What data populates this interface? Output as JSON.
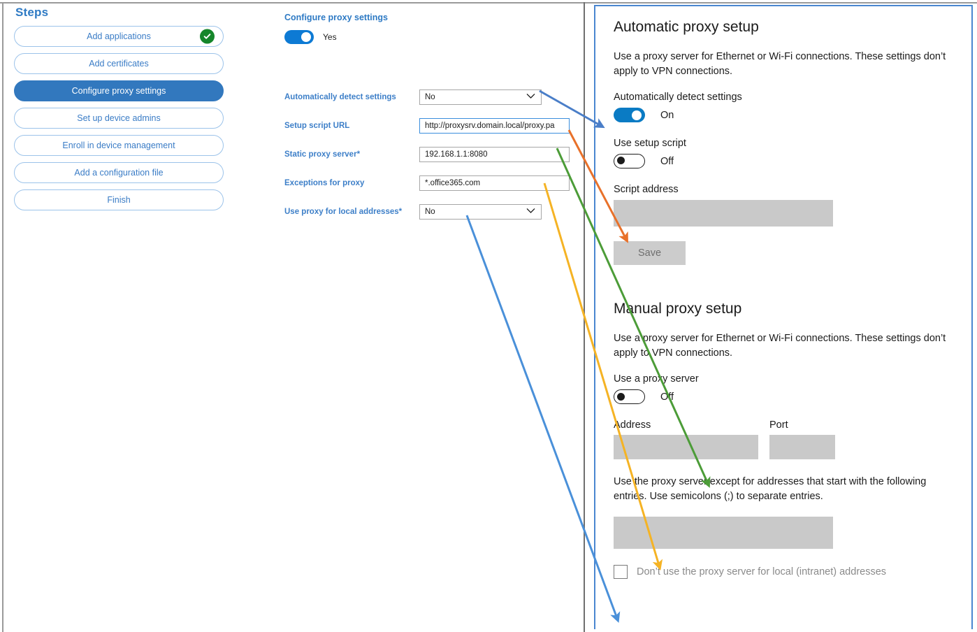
{
  "steps_panel": {
    "title": "Steps",
    "items": [
      {
        "label": "Add applications",
        "state": "complete"
      },
      {
        "label": "Add certificates",
        "state": "default"
      },
      {
        "label": "Configure proxy settings",
        "state": "active"
      },
      {
        "label": "Set up device admins",
        "state": "default"
      },
      {
        "label": "Enroll in device management",
        "state": "default"
      },
      {
        "label": "Add a configuration file",
        "state": "default"
      },
      {
        "label": "Finish",
        "state": "default"
      }
    ]
  },
  "form": {
    "heading": "Configure proxy settings",
    "master_toggle": {
      "value": "Yes",
      "state": "on"
    },
    "fields": [
      {
        "label": "Automatically detect settings",
        "required": false,
        "type": "select",
        "value": "No"
      },
      {
        "label": "Setup script URL",
        "required": false,
        "type": "text",
        "value": "http://proxysrv.domain.local/proxy.pa",
        "focused": true
      },
      {
        "label": "Static proxy server",
        "required": true,
        "type": "text",
        "value": "192.168.1.1:8080"
      },
      {
        "label": "Exceptions for proxy",
        "required": true,
        "type": "text",
        "value": "*.office365.com"
      },
      {
        "label": "Use proxy for local addresses",
        "required": true,
        "type": "select",
        "value": "No"
      }
    ]
  },
  "settings_panel": {
    "automatic": {
      "heading": "Automatic proxy setup",
      "description": "Use a proxy server for Ethernet or Wi-Fi connections. These settings don’t apply to VPN connections.",
      "auto_detect_label": "Automatically detect settings",
      "auto_detect_state": "On",
      "setup_script_label": "Use setup script",
      "setup_script_state": "Off",
      "script_address_label": "Script address",
      "script_address_value": "",
      "save_label": "Save"
    },
    "manual": {
      "heading": "Manual proxy setup",
      "description": "Use a proxy server for Ethernet or Wi-Fi connections. These settings don’t apply to VPN connections.",
      "use_proxy_label": "Use a proxy server",
      "use_proxy_state": "Off",
      "address_label": "Address",
      "address_value": "",
      "port_label": "Port",
      "port_value": "",
      "exceptions_description": "Use the proxy server except for addresses that start with the following entries. Use semicolons (;) to separate entries.",
      "exceptions_value": "",
      "bypass_local_label": "Don’t use the proxy server for local (intranet) addresses",
      "bypass_local_checked": false
    }
  },
  "annotations": {
    "arrows": [
      {
        "name": "auto-detect-mapping",
        "color": "#4a7ec8",
        "from": "Automatically detect settings",
        "to": "Automatically detect settings On toggle"
      },
      {
        "name": "setup-script-mapping",
        "color": "#e8712a",
        "from": "Setup script URL",
        "to": "Script address box"
      },
      {
        "name": "static-proxy-mapping",
        "color": "#4c9c38",
        "from": "Static proxy server",
        "to": "Address box"
      },
      {
        "name": "exceptions-mapping",
        "color": "#f5b324",
        "from": "Exceptions for proxy",
        "to": "Exceptions box"
      },
      {
        "name": "local-addresses-mapping",
        "color": "#4a90d9",
        "from": "Use proxy for local addresses",
        "to": "Don’t use the proxy server for local (intranet) addresses checkbox"
      }
    ]
  },
  "colors": {
    "accent_blue": "#3278be",
    "link_blue": "#3a7cc6",
    "win_toggle_blue": "#0a7bc4",
    "complete_green": "#15862a",
    "panel_border": "#4a86d0",
    "grey_field": "#c9c9c9"
  }
}
